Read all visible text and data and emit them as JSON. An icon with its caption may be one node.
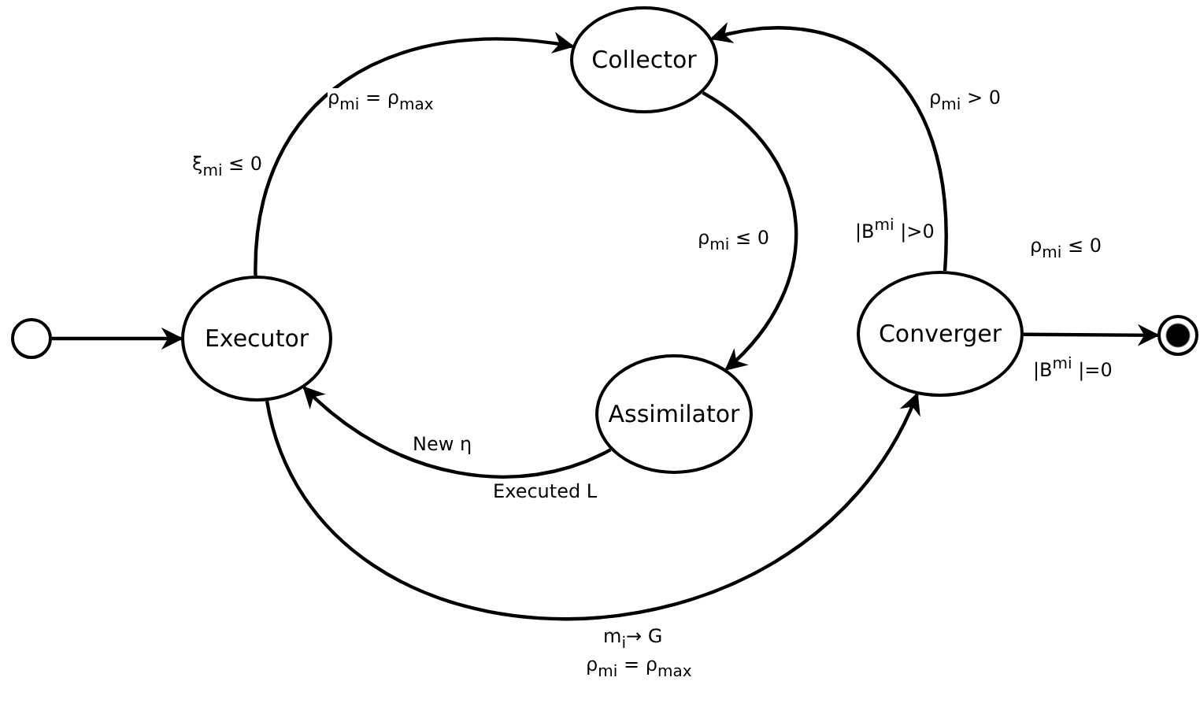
{
  "diagram": {
    "nodes": [
      {
        "text": [],
        "shape": "circle"
      },
      {
        "text": [
          "Executor"
        ]
      },
      {
        "text": [
          "Collector"
        ]
      },
      {
        "text": [
          "Assimilator"
        ]
      },
      {
        "text": [
          "Converger"
        ]
      },
      {
        "text": [],
        "shape": "circle"
      }
    ],
    "edges": [
      {
        "from": 0,
        "to": 1,
        "arrow": "to"
      },
      {
        "from": 1,
        "to": 2,
        "arrow": "to",
        "label": "ρ$_{mi}$ = ρ$_{max}$"
      },
      {
        "from": 2,
        "to": 3,
        "arrow": "to",
        "label": "ρ$_{mi}$ ≤ 0"
      },
      {
        "from": 3,
        "to": 1,
        "arrow": "to",
        "label": "New η"
      },
      {
        "from": 4,
        "to": 2,
        "arrow": "to",
        "label": "ρ$_{mi}$ > 0"
      },
      {
        "from": 1,
        "to": 4,
        "arrow": "to",
        "label": "m$_{i}$→ G"
      },
      {
        "from": 4,
        "to": 5,
        "arrow": "to",
        "label": "ρ$_{mi}$ ≤ 0"
      }
    ],
    "labels": [
      "ξ$_{mi}$ ≤ 0",
      "|B$^{mi}$ |>0",
      "Executed L",
      "|B$^{mi}$ |=0",
      "ρ$_{mi}$ = ρ$_{max}$"
    ]
  }
}
